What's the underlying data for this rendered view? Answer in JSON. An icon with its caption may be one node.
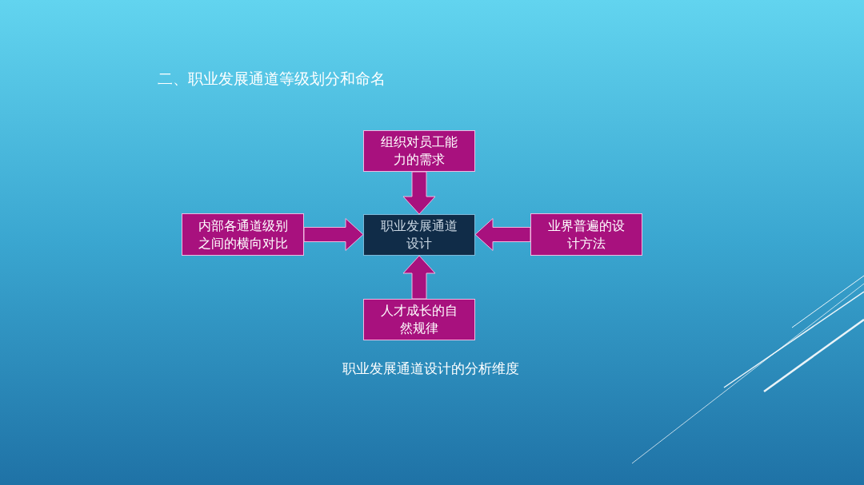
{
  "diagram": {
    "title": "二、职业发展通道等级划分和命名",
    "caption": "职业发展通道设计的分析维度",
    "nodes": [
      {
        "text": [
          "组织对员工能力的需求"
        ]
      },
      {
        "text": [
          "内部各通道级别之间的横向对比"
        ]
      },
      {
        "text": [
          "职业发展通道设计"
        ]
      },
      {
        "text": [
          "业界普遍的设计方法"
        ]
      },
      {
        "text": [
          "人才成长的自然规律"
        ]
      }
    ],
    "edges": [
      {
        "from": 0,
        "to": 2,
        "arrow": "to"
      },
      {
        "from": 1,
        "to": 2,
        "arrow": "to"
      },
      {
        "from": 3,
        "to": 2,
        "arrow": "to"
      },
      {
        "from": 4,
        "to": 2,
        "arrow": "to"
      }
    ]
  }
}
